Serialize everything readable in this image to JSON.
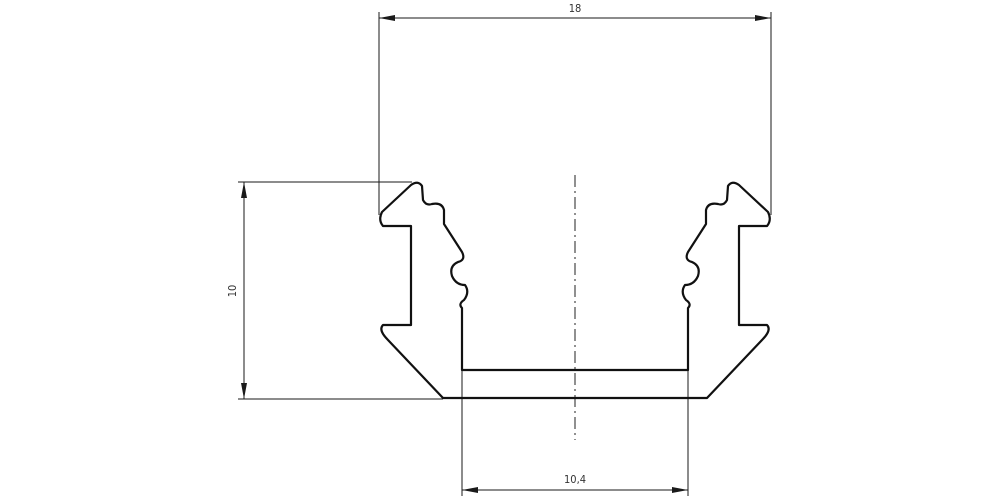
{
  "dimensions": {
    "width_total": "18",
    "height": "10",
    "inner_width": "10,4"
  },
  "colors": {
    "line": "#111111",
    "text": "#333333",
    "background": "#ffffff"
  }
}
